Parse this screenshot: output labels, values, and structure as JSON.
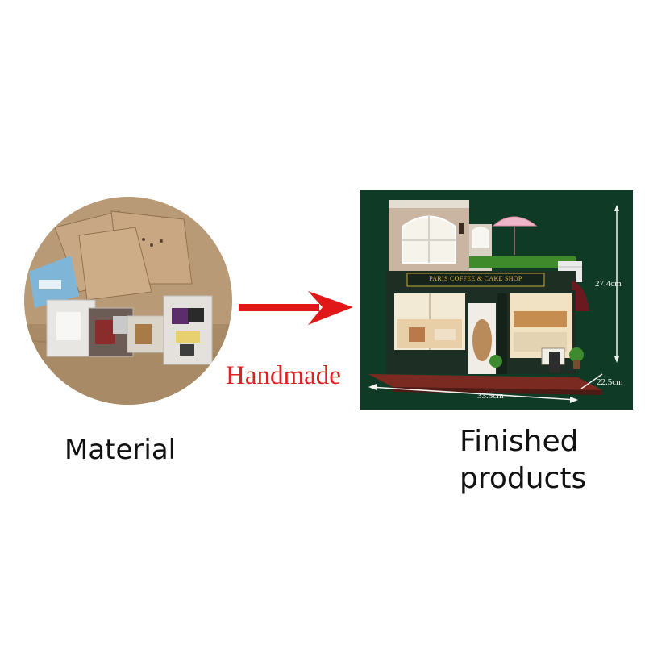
{
  "labels": {
    "material": "Material",
    "finished_line1": "Finished",
    "finished_line2": "products",
    "handmade": "Handmade"
  },
  "product": {
    "sign": "PARIS COFFEE & CAKE SHOP",
    "height": "27.4cm",
    "width": "33.5cm",
    "depth": "22.5cm"
  },
  "colors": {
    "arrow": "#e01818",
    "product_bg": "#0f3a26",
    "handmade_text": "#e02020",
    "circle_bg": "#b99a76"
  },
  "icons": {
    "arrow": "right-arrow-icon"
  }
}
